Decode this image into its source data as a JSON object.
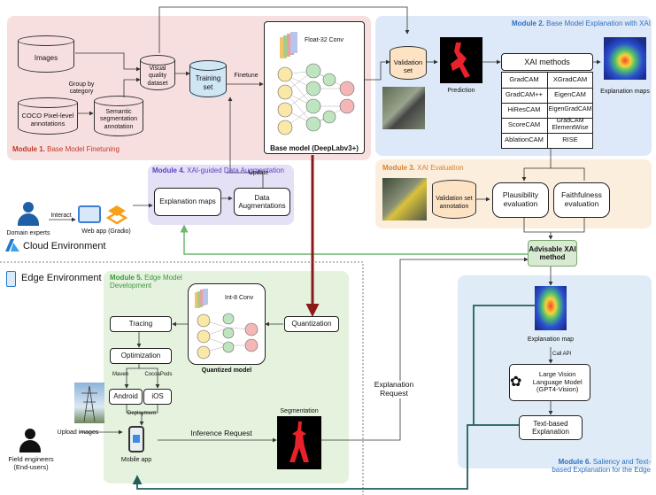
{
  "module1": {
    "title": "Module 1.",
    "subtitle": "Base Model Finetuning",
    "images": "Images",
    "coco": "COCO Pixel-level annotations",
    "group": "Group by category",
    "semantic": "Semantic segmentation annotation",
    "visual": "Visual quality dataset",
    "training": "Training set",
    "finetune": "Finetune",
    "float_conv": "Float-32 Conv",
    "base_model": "Base model (DeepLabv3+)"
  },
  "module2": {
    "title": "Module 2.",
    "subtitle": "Base Model Explanation with XAI",
    "validation": "Validation set",
    "prediction": "Prediction",
    "xai_methods": "XAI methods",
    "methods": [
      "GradCAM",
      "XGradCAM",
      "GradCAM++",
      "EigenCAM",
      "HiResCAM",
      "EigenGradCAM",
      "ScoreCAM",
      "GradCAM ElementWise",
      "AblationCAM",
      "RISE"
    ],
    "explanation_maps": "Explanation maps"
  },
  "module3": {
    "title": "Module 3.",
    "subtitle": "XAI Evaluation",
    "validation_annot": "Validation set annotation",
    "plausibility": "Plausibility evaluation",
    "faithfulness": "Faithfulness evaluation",
    "advisable": "Advisable XAI method"
  },
  "module4": {
    "title": "Module 4.",
    "subtitle": "XAI-guided Data Augmentation",
    "explanation_maps": "Explanation maps",
    "data_aug": "Data Augmentations",
    "update": "Update",
    "interact": "Interact",
    "domain_experts": "Domain experts",
    "web_app": "Web app (Gradio)"
  },
  "environments": {
    "cloud": "Cloud Environment",
    "edge": "Edge Environment"
  },
  "module5": {
    "title": "Module 5.",
    "subtitle": "Edge Model Development",
    "int8": "Int-8 Conv",
    "quantized": "Quantized model",
    "quantization": "Quantization",
    "tracing": "Tracing",
    "optimization": "Optimization",
    "maven": "Maven",
    "cocoapods": "CocoaPods",
    "android": "Android",
    "ios": "iOS",
    "deployment": "Deployment",
    "mobile_app": "Mobile app",
    "upload": "Upload images",
    "inference": "Inference Request",
    "segmentation": "Segmentation",
    "explanation_request": "Explanation Request",
    "field_engineers": "Field engineers (End-users)"
  },
  "module6": {
    "title": "Module 6.",
    "subtitle": "Saliency and Text-based Explanation for the Edge",
    "explanation_map": "Explanation map",
    "call_api": "Call API",
    "lvlm": "Large Vision Language Model (GPT4-Vision)",
    "text_expl": "Text-based Explanation"
  },
  "colors": {
    "m1": "#f8dfdf",
    "m2": "#dde9f8",
    "m3": "#fbeedd",
    "m4": "#e4e1f7",
    "m5": "#e4f2de",
    "m6": "#dfecf7",
    "title_red": "#c0392b",
    "title_blue": "#2f6fc2",
    "title_orange": "#d9822b",
    "title_purple": "#5b3fc4",
    "title_green": "#3d9a3d",
    "dark_red": "#8b1a1a",
    "teal": "#1f5f5a",
    "green_line": "#6fb56f"
  }
}
